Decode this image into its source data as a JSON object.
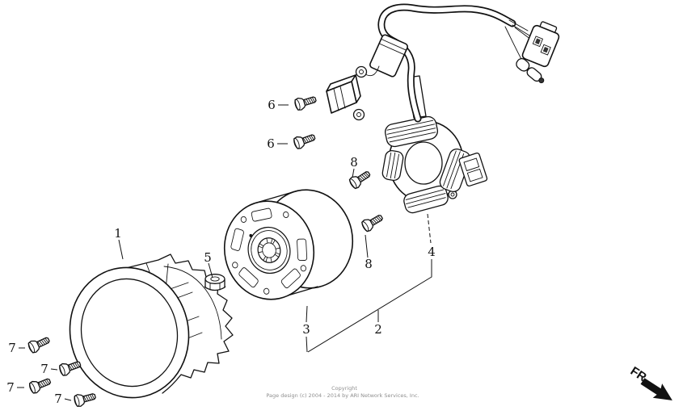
{
  "canvas": {
    "background": "#ffffff",
    "ink": "#111111"
  },
  "callouts": {
    "c1": "1",
    "c2": "2",
    "c3": "3",
    "c4": "4",
    "c5": "5",
    "c6a": "6",
    "c6b": "6",
    "c7a": "7",
    "c7b": "7",
    "c7c": "7",
    "c7d": "7",
    "c8a": "8",
    "c8b": "8"
  },
  "direction_indicator": {
    "label": "FR."
  },
  "footer": {
    "line1": "Copyright",
    "line2": "Page design (c) 2004 - 2014 by ARI Network Services, Inc."
  }
}
